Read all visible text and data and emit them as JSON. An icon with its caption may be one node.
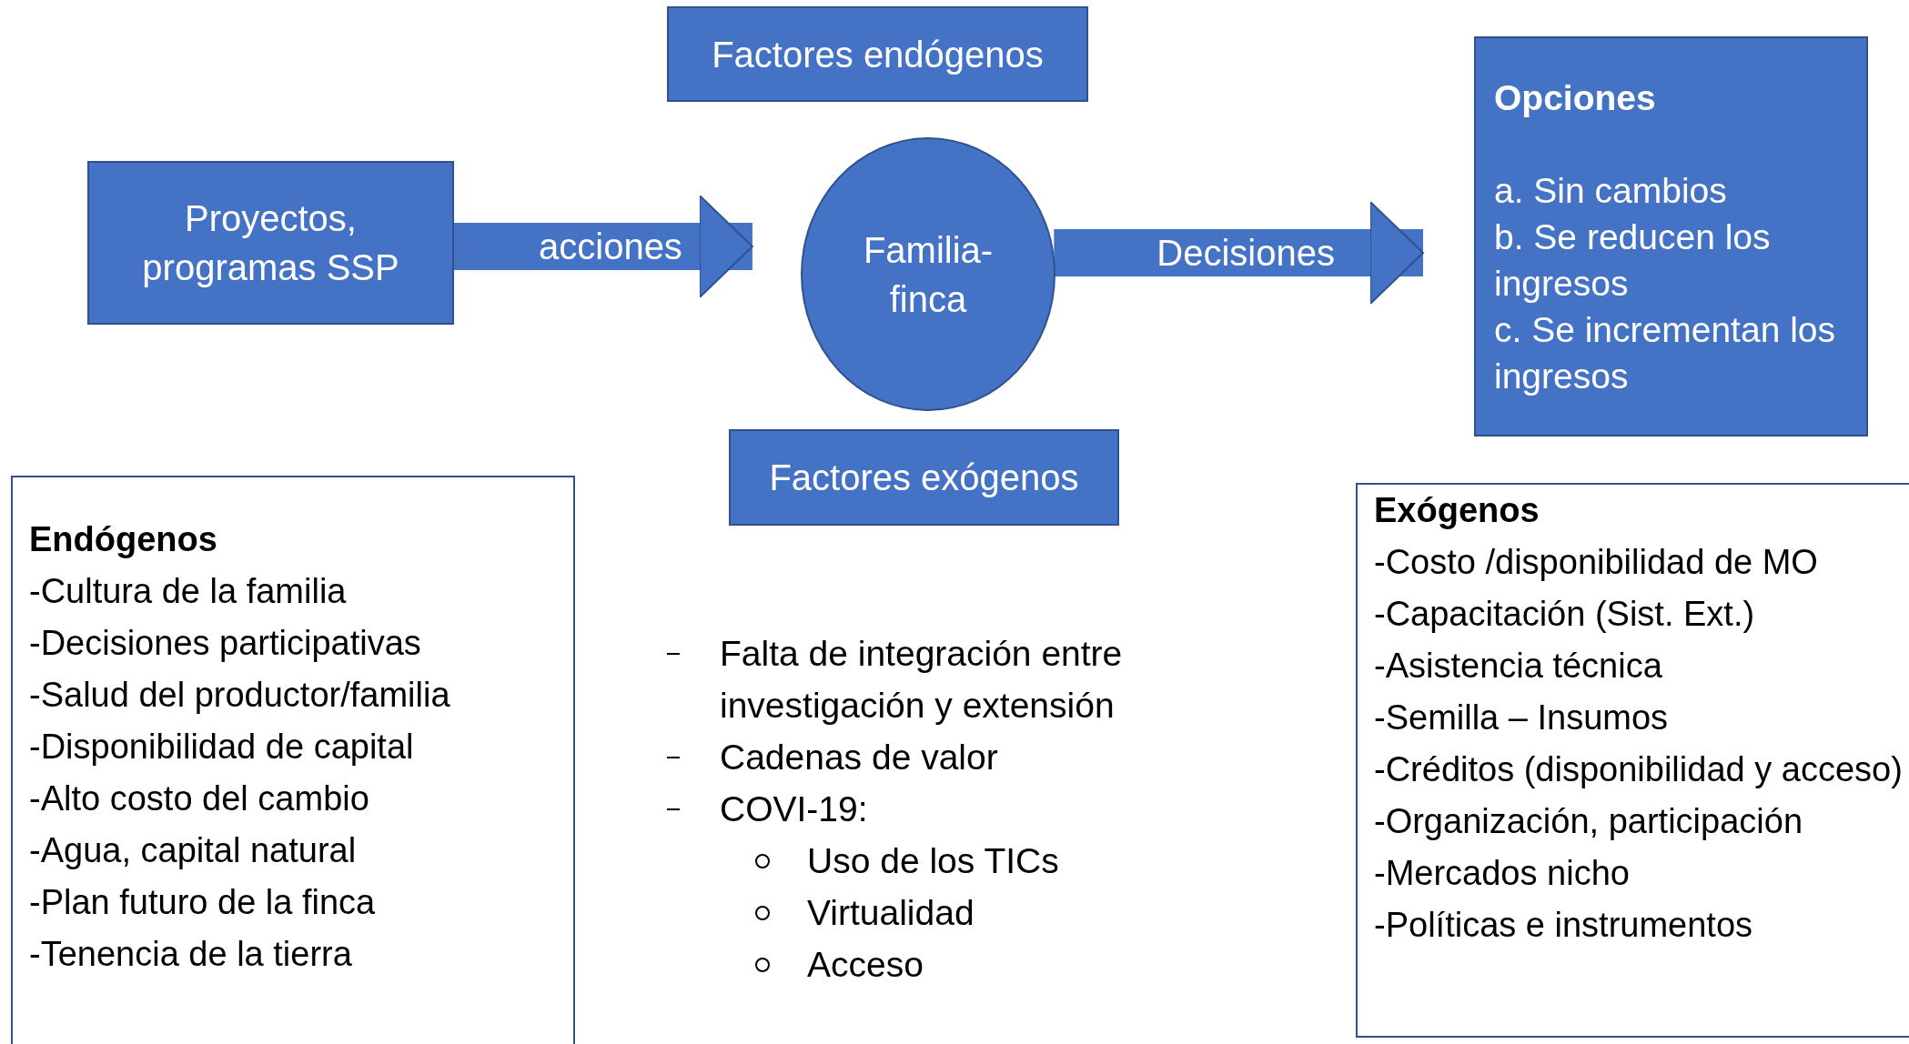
{
  "diagram": {
    "nodes": [
      {
        "text": [
          "Factores endógenos"
        ]
      },
      {
        "text": [
          "Proyectos, programas SSP"
        ]
      },
      {
        "text": [
          "Familia-finca"
        ]
      },
      {
        "text": [
          "Opciones",
          "a. Sin cambios",
          "b. Se reducen los ingresos",
          "c. Se incrementan los ingresos"
        ]
      },
      {
        "text": [
          "Factores exógenos"
        ]
      },
      {
        "text": [
          "Endógenos",
          "-Cultura de la familia",
          "-Decisiones participativas",
          "-Salud del productor/familia",
          "-Disponibilidad de capital",
          "-Alto costo del cambio",
          "-Agua, capital natural",
          "-Plan futuro de la finca",
          "-Tenencia de la tierra"
        ]
      },
      {
        "text": [
          "Exógenos",
          "-Costo /disponibilidad de MO",
          "-Capacitación (Sist. Ext.)",
          "-Asistencia técnica",
          "-Semilla – Insumos",
          "-Créditos (disponibilidad y acceso)",
          "-Organización, participación",
          "-Mercados nicho",
          "-Políticas e instrumentos"
        ]
      }
    ],
    "edges": [
      {
        "from": 1,
        "to": 2,
        "label": "acciones",
        "arrow": "to"
      },
      {
        "from": 2,
        "to": 3,
        "label": "Decisiones",
        "arrow": "to"
      }
    ],
    "labels": [
      "Falta de integración entre investigación y extensión",
      "Cadenas de valor",
      "COVI-19:",
      "Uso de los TICs",
      "Virtualidad",
      "Acceso"
    ]
  }
}
